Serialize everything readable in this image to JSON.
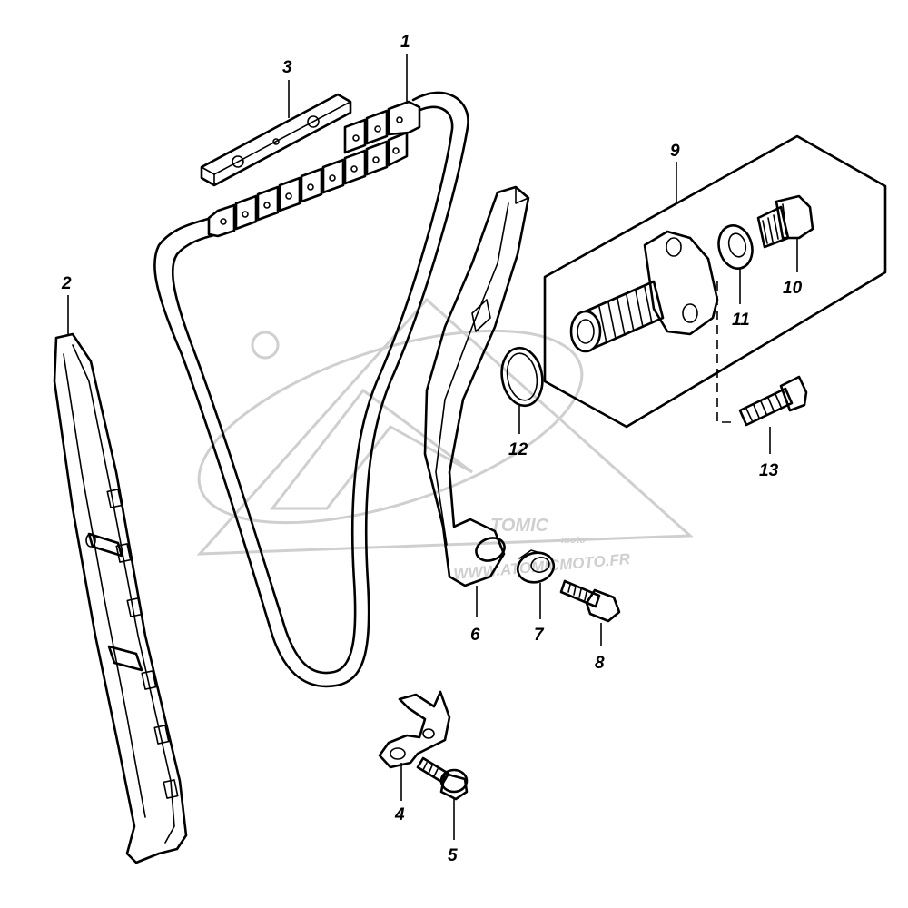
{
  "watermark": {
    "brand_text": "TOMIC",
    "sub_text": "moto",
    "url_text": "WWW.ATOMICMOTO.FR"
  },
  "callouts": [
    {
      "id": "1",
      "label": "1"
    },
    {
      "id": "2",
      "label": "2"
    },
    {
      "id": "3",
      "label": "3"
    },
    {
      "id": "4",
      "label": "4"
    },
    {
      "id": "5",
      "label": "5"
    },
    {
      "id": "6",
      "label": "6"
    },
    {
      "id": "7",
      "label": "7"
    },
    {
      "id": "8",
      "label": "8"
    },
    {
      "id": "9",
      "label": "9"
    },
    {
      "id": "10",
      "label": "10"
    },
    {
      "id": "11",
      "label": "11"
    },
    {
      "id": "12",
      "label": "12"
    },
    {
      "id": "13",
      "label": "13"
    }
  ]
}
